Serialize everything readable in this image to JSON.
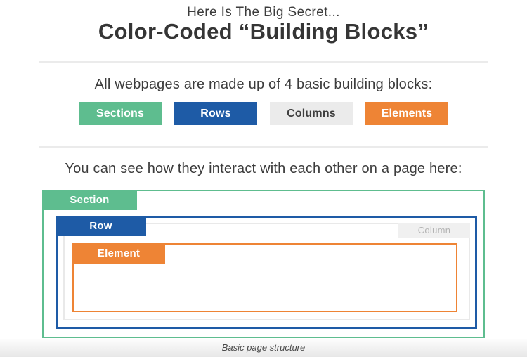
{
  "header": {
    "kicker": "Here Is The Big Secret...",
    "title": "Color-Coded “Building Blocks”"
  },
  "colors": {
    "divider": "#ebebeb",
    "section_green": "#5ebd8f",
    "row_blue": "#1e5ba6",
    "column_border": "#e9e9e9",
    "column_tab_bg": "#f0f0f0",
    "column_text": "#b3b3b3",
    "element_orange": "#ee8435",
    "footer_bg_top": "#fdfdfd",
    "footer_bg_bottom": "#e7e7e7"
  },
  "intro": {
    "line": "All webpages are made up of 4 basic building blocks:"
  },
  "blocks": [
    {
      "label": "Sections",
      "bg": "#5ebd8f",
      "fg": "#ffffff"
    },
    {
      "label": "Rows",
      "bg": "#1e5ba6",
      "fg": "#ffffff"
    },
    {
      "label": "Columns",
      "bg": "#ebebeb",
      "fg": "#3f3f3f"
    },
    {
      "label": "Elements",
      "bg": "#ee8435",
      "fg": "#ffffff"
    }
  ],
  "interaction": {
    "line": "You can see how they interact with each other on a page here:"
  },
  "diagram": {
    "section_label": "Section",
    "row_label": "Row",
    "column_label": "Column",
    "element_label": "Element",
    "caption": "Basic page structure"
  }
}
